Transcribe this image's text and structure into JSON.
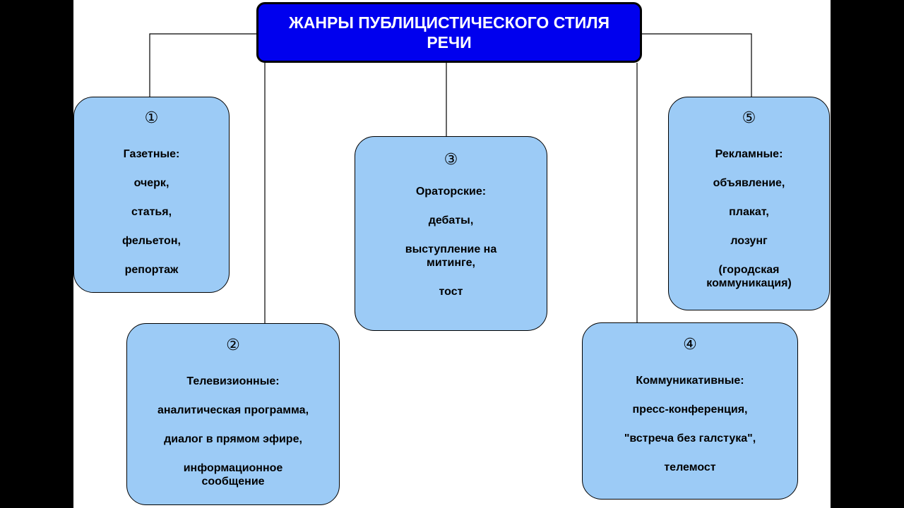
{
  "diagram": {
    "title": "ЖАНРЫ ПУБЛИЦИСТИЧЕСКОГО СТИЛЯ РЕЧИ",
    "colors": {
      "title_fill": "#0000ee",
      "box_fill": "#9ccbf6",
      "line": "#000000"
    },
    "genres": [
      {
        "number": "①",
        "heading": "Газетные:",
        "items": [
          "очерк,",
          "статья,",
          "фельетон,",
          "репортаж"
        ]
      },
      {
        "number": "②",
        "heading": "Телевизионные:",
        "items": [
          "аналитическая программа,",
          "диалог в прямом эфире,",
          "информационное сообщение"
        ]
      },
      {
        "number": "③",
        "heading": "Ораторские:",
        "items": [
          "дебаты,",
          "выступление на митинге,",
          "тост"
        ]
      },
      {
        "number": "④",
        "heading": "Коммуникативные:",
        "items": [
          "пресс-конференция,",
          "\"встреча без галстука\",",
          "телемост"
        ]
      },
      {
        "number": "⑤",
        "heading": "Рекламные:",
        "items": [
          "объявление,",
          "плакат,",
          "лозунг",
          "(городская коммуникация)"
        ]
      }
    ]
  }
}
